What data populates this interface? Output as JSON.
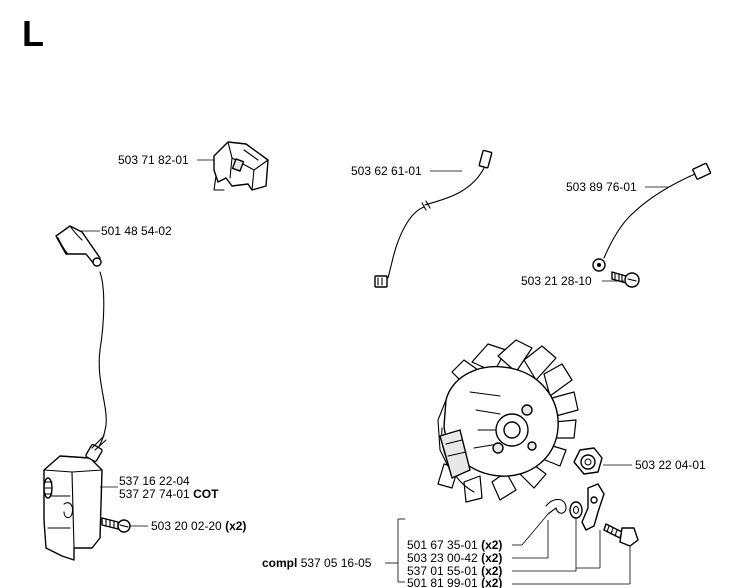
{
  "section_letter": "L",
  "parts": {
    "switch": {
      "number": "503 71 82-01"
    },
    "wire": {
      "number": "503 62 61-01"
    },
    "ground_wire": {
      "number": "503 89 76-01"
    },
    "ground_screw": {
      "number": "503 21 28-10"
    },
    "spark_plug_cap": {
      "number": "501 48 54-02"
    },
    "ignition_module": {
      "number": "537 16 22-04"
    },
    "ignition_module_cot": {
      "number": "537 27 74-01",
      "suffix": "COT"
    },
    "module_screw": {
      "number": "503 20 02-20",
      "qty": "(x2)"
    },
    "flywheel_nut": {
      "number": "503 22 04-01"
    },
    "compl": {
      "prefix": "compl",
      "number": "537 05 16-05"
    },
    "spring": {
      "number": "501 67 35-01",
      "qty": "(x2)"
    },
    "washer": {
      "number": "503 23 00-42",
      "qty": "(x2)"
    },
    "pawl": {
      "number": "537 01 55-01",
      "qty": "(x2)"
    },
    "pawl_screw": {
      "number": "501 81 99-01",
      "qty": "(x2)"
    }
  }
}
